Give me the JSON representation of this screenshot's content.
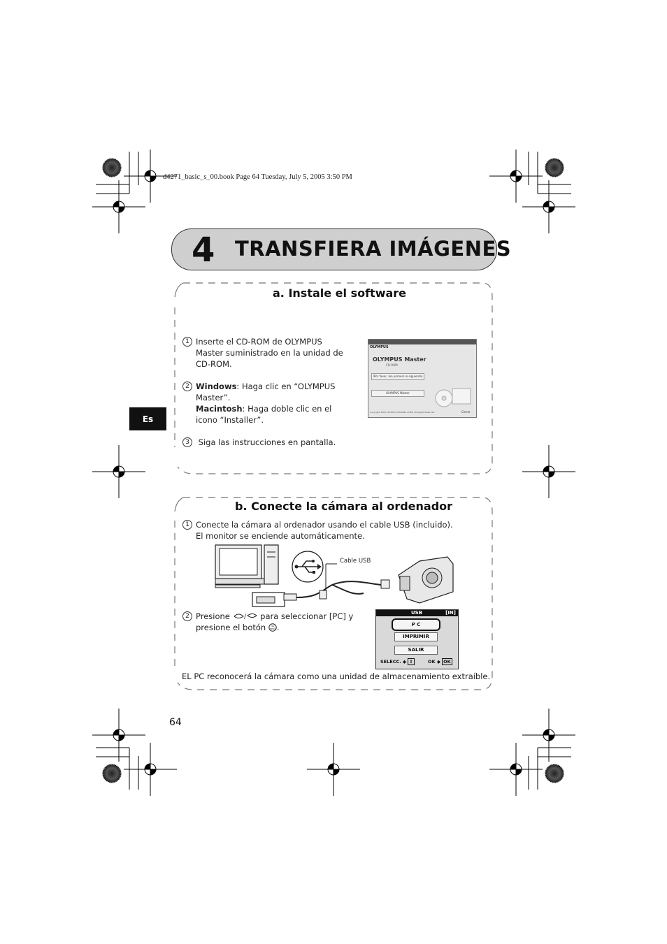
{
  "print_header": "d4271_basic_s_00.book  Page 64  Tuesday, July 5, 2005  3:50 PM",
  "chapter": {
    "number": "4",
    "title": "TRANSFIERA IMÁGENES"
  },
  "language_tab": "Es",
  "section_a": {
    "title": "a. Instale el software",
    "steps": [
      {
        "num": "1",
        "lines": [
          "Inserte el CD-ROM de OLYMPUS",
          "Master suministrado en la unidad de",
          "CD-ROM."
        ]
      },
      {
        "num": "2",
        "windows_bold": "Windows",
        "windows_text": ": Haga clic en “OLYMPUS",
        "windows_line2": "Master”.",
        "mac_bold": "Macintosh",
        "mac_text": ": Haga doble clic en el",
        "mac_line2": "icono “Installer”."
      },
      {
        "num": "3",
        "lines": [
          " Siga las instrucciones en pantalla."
        ]
      }
    ],
    "screenshot": {
      "brand": "OLYMPUS",
      "product": "OLYMPUS Master",
      "sub": "CD-ROM",
      "button1": "(Por favor, lea primero lo siguiente)",
      "button2": "OLYMPUS Master",
      "close": "Cerrar"
    }
  },
  "section_b": {
    "title": "b. Conecte la cámara al ordenador",
    "step1": {
      "num": "1",
      "lines": [
        "Conecte la cámara al ordenador usando el cable USB (incluido).",
        "El monitor se enciende automáticamente."
      ]
    },
    "cable_label": "Cable USB",
    "step2": {
      "num": "2",
      "prefix": "Presione",
      "middle": " para seleccionar [PC] y",
      "line2_prefix": "presione el botón ",
      "line2_suffix": "."
    },
    "lcd": {
      "header": "USB",
      "mode": "[IN]",
      "items": [
        "P C",
        "IMPRIMIR",
        "SALIR"
      ],
      "footer_left": "SELECC.",
      "footer_right": "OK",
      "ok_key": "OK"
    },
    "note": "EL PC reconocerá la cámara como una unidad de almacenamiento extraíble."
  },
  "page_number": "64"
}
